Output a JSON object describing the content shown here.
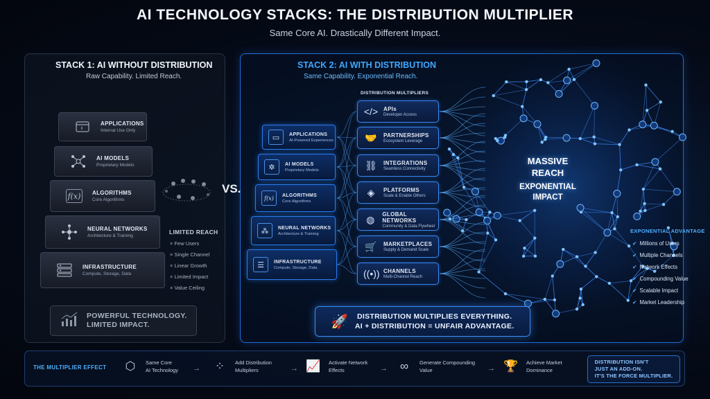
{
  "header": {
    "title": "AI TECHNOLOGY STACKS: THE DISTRIBUTION MULTIPLIER",
    "subtitle": "Same Core AI. Drastically Different Impact."
  },
  "stack1": {
    "title": "STACK 1: AI WITHOUT DISTRIBUTION",
    "subtitle": "Raw Capability. Limited Reach.",
    "layers": [
      {
        "title": "APPLICATIONS",
        "sub": "Internal Use Only",
        "icon": "window-icon"
      },
      {
        "title": "AI MODELS",
        "sub": "Proprietary Models",
        "icon": "network-icon"
      },
      {
        "title": "ALGORITHMS",
        "sub": "Core Algorithms",
        "icon": "function-icon"
      },
      {
        "title": "NEURAL NETWORKS",
        "sub": "Architecture & Training",
        "icon": "nodes-icon"
      },
      {
        "title": "INFRASTRUCTURE",
        "sub": "Compute, Storage, Data",
        "icon": "server-icon"
      }
    ],
    "limited_reach": {
      "title": "LIMITED REACH",
      "items": [
        "Few Users",
        "Single Channel",
        "Linear Growth",
        "Limited Impact",
        "Value Ceiling"
      ]
    },
    "footer": {
      "line1": "POWERFUL TECHNOLOGY.",
      "line2": "LIMITED IMPACT."
    }
  },
  "vs_label": "VS.",
  "stack2": {
    "title": "STACK 2: AI WITH DISTRIBUTION",
    "subtitle": "Same Capability. Exponential Reach.",
    "layers": [
      {
        "title": "APPLICATIONS",
        "sub": "AI-Powered Experiences"
      },
      {
        "title": "AI MODELS",
        "sub": "Proprietary Models"
      },
      {
        "title": "ALGORITHMS",
        "sub": "Core Algorithms"
      },
      {
        "title": "NEURAL NETWORKS",
        "sub": "Architecture & Training"
      },
      {
        "title": "INFRASTRUCTURE",
        "sub": "Compute, Storage, Data"
      }
    ],
    "multipliers_title": "DISTRIBUTION MULTIPLIERS",
    "multipliers": [
      {
        "title": "APIs",
        "sub": "Developer Access",
        "icon": "code-icon"
      },
      {
        "title": "PARTNERSHIPS",
        "sub": "Ecosystem Leverage",
        "icon": "handshake-icon"
      },
      {
        "title": "INTEGRATIONS",
        "sub": "Seamless Connectivity",
        "icon": "link-icon"
      },
      {
        "title": "PLATFORMS",
        "sub": "Scale & Enable Others",
        "icon": "layers-icon"
      },
      {
        "title": "GLOBAL NETWORKS",
        "sub": "Community & Data Flywheel",
        "icon": "globe-users-icon"
      },
      {
        "title": "MARKETPLACES",
        "sub": "Supply & Demand Scale",
        "icon": "cart-icon"
      },
      {
        "title": "CHANNELS",
        "sub": "Multi-Channel Reach",
        "icon": "broadcast-icon"
      }
    ],
    "massive": {
      "line1": "MASSIVE",
      "line2": "REACH"
    },
    "exponential": {
      "line1": "EXPONENTIAL",
      "line2": "IMPACT"
    },
    "advantage": {
      "title": "EXPONENTIAL ADVANTAGE",
      "items": [
        "Millions of Users",
        "Multiple Channels",
        "Network Effects",
        "Compounding Value",
        "Scalable Impact",
        "Market Leadership"
      ]
    },
    "footer": {
      "line1": "DISTRIBUTION MULTIPLIES EVERYTHING.",
      "line2": "AI + DISTRIBUTION = UNFAIR ADVANTAGE."
    }
  },
  "multiplier_effect": {
    "title": "THE MULTIPLIER EFFECT",
    "steps": [
      {
        "line1": "Same Core",
        "line2": "AI Technology",
        "icon": "cube-icon"
      },
      {
        "line1": "Add Distribution",
        "line2": "Multipliers",
        "icon": "network-icon"
      },
      {
        "line1": "Activate Network",
        "line2": "Effects",
        "icon": "growth-chart-icon"
      },
      {
        "line1": "Generate Compounding",
        "line2": "Value",
        "icon": "infinity-icon"
      },
      {
        "line1": "Achieve Market",
        "line2": "Dominance",
        "icon": "trophy-icon"
      }
    ],
    "closing": {
      "line1": "DISTRIBUTION ISN'T",
      "line2": "JUST AN ADD-ON.",
      "line3": "IT'S THE FORCE MULTIPLIER."
    }
  },
  "colors": {
    "accent": "#4fb0ff",
    "glow": "#2a7cf0",
    "panel_border": "#2a3446"
  }
}
